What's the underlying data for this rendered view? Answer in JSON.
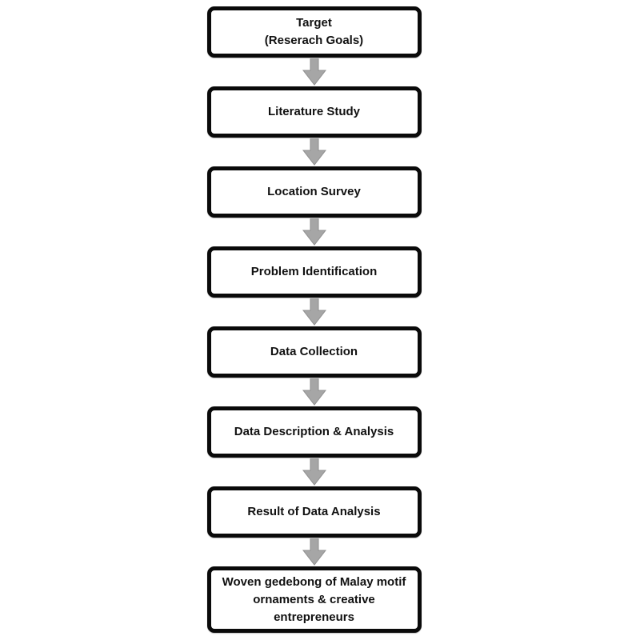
{
  "diagram": {
    "type": "flowchart",
    "direction": "top-to-bottom",
    "colors": {
      "box_border": "#0a0a0a",
      "box_fill": "#ffffff",
      "arrow_fill": "#a6a6a6",
      "arrow_outline": "#8f8f8f",
      "text": "#111111"
    },
    "steps": [
      {
        "label": "Target\n(Reserach Goals)"
      },
      {
        "label": "Literature Study"
      },
      {
        "label": "Location Survey"
      },
      {
        "label": "Problem  Identification"
      },
      {
        "label": "Data Collection"
      },
      {
        "label": "Data Description  &  Analysis"
      },
      {
        "label": "Result of Data Analysis"
      },
      {
        "label": "Woven gedebong of Malay motif ornaments &  creative entrepreneurs"
      }
    ]
  }
}
